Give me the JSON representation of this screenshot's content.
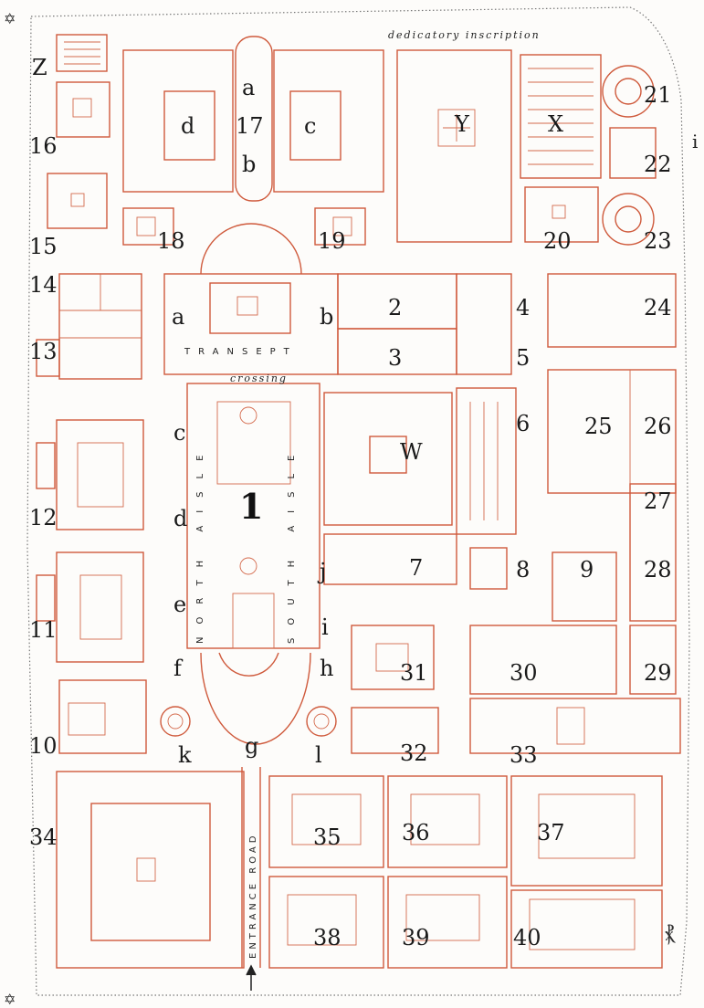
{
  "title": "Plan of St. Gall",
  "inscription": "dedicatory inscription",
  "church": {
    "number": "1",
    "transept": "TRANSEPT",
    "crossing": "crossing",
    "north_aisle": "NORTH AISLE",
    "south_aisle": "SOUTH AISLE",
    "letters": [
      "a",
      "b",
      "c",
      "d",
      "e",
      "f",
      "g",
      "h",
      "i",
      "j",
      "k",
      "l"
    ]
  },
  "top_letters": {
    "a": "a",
    "b": "b",
    "c": "c",
    "d": "d",
    "n17": "17"
  },
  "entrance_road": "ENTRANCE ROAD",
  "left_numbers": [
    "Z",
    "16",
    "15",
    "14",
    "13",
    "12",
    "11",
    "10",
    "34"
  ],
  "numbers": {
    "n2": "2",
    "n3": "3",
    "n4": "4",
    "n5": "5",
    "n6": "6",
    "n7": "7",
    "n8": "8",
    "n9": "9",
    "n18": "18",
    "n19": "19",
    "n20": "20",
    "n21": "21",
    "n22": "22",
    "n23": "23",
    "n24": "24",
    "n25": "25",
    "n26": "26",
    "n27": "27",
    "n28": "28",
    "n29": "29",
    "n30": "30",
    "n31": "31",
    "n32": "32",
    "n33": "33",
    "n35": "35",
    "n36": "36",
    "n37": "37",
    "n38": "38",
    "n39": "39",
    "n40": "40",
    "W": "W",
    "X": "X",
    "Y": "Y",
    "side_i": "i"
  },
  "colors": {
    "ink": "#cf5a3c",
    "border": "#777777",
    "text": "#1a1a1a"
  }
}
